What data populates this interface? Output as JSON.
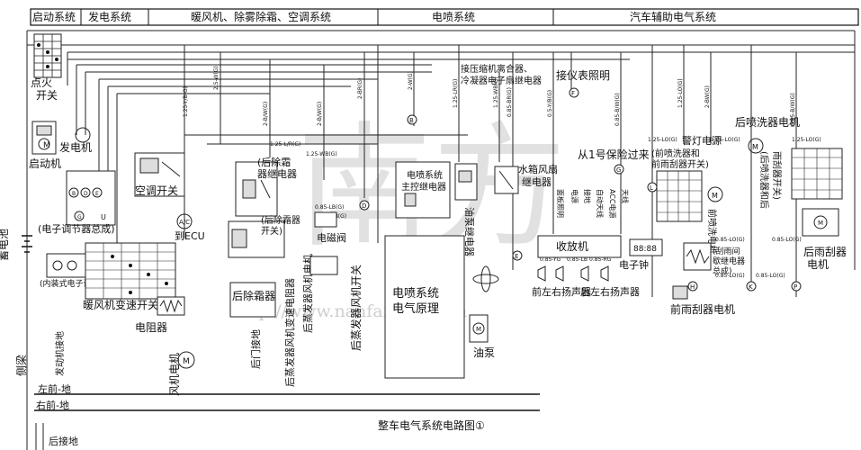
{
  "header": {
    "sections": [
      "启动系统",
      "发电系统",
      "暖风机、除雾除霜、空调系统",
      "电喷系统",
      "汽车辅助电气系统"
    ]
  },
  "labels": {
    "ignition_switch": "点火\n开关",
    "starter": "启动机",
    "generator": "发电机",
    "electronic_regulator": "(电子调节器总成)",
    "builtin_regulator": "(内装式电子调节器)",
    "battery": "蓄电池",
    "chassis": "侧梁",
    "engine_ground": "发动机接地",
    "ac_switch": "空调开关",
    "to_ecu": "到ECU",
    "rear_defrost_relay": "(后除霜器\n继电器)",
    "rear_defrost_switch": "(后除霜器\n开关)",
    "solenoid_valve": "电磁阀",
    "blower_speed_switch": "暖风机变速开关",
    "resistor": "电阻器",
    "blower_motor": "风机电机",
    "rear_defroster": "后除霜器",
    "rear_door_ground": "后门接地",
    "rear_evap_resistor": "后蒸发器风机变速电阻器",
    "rear_evap_motor": "后蒸发器风机电机",
    "rear_evap_switch": "后蒸发器风机开关",
    "compressor_clutch": "接压缩机离合器、\n冷凝器电子扇继电器",
    "efi_relay": "电喷系统\n主控继电器",
    "fuel_pump_relay": "油泵继电器",
    "radiator_fan_relay": "水箱风扇\n继电器",
    "efi_principle": "电喷系统\n电气原理",
    "fuel_pump": "油泵",
    "gauge_light": "接仪表照明",
    "from_fuse1": "从1号保险过来",
    "panel_lighting": "面板照明",
    "power": "电源",
    "ground": "接地",
    "auto_antenna": "自动天线",
    "acc_power": "ACC电源",
    "antenna": "天线",
    "radio": "收放机",
    "clock": "电子钟",
    "front_lr_speakers": "前左右扬声器",
    "rear_lr_speakers": "后左右扬声器",
    "warning_power": "警灯电源",
    "front_washer_switch": "(前喷洗器和\n前雨刮器开关)",
    "front_washer_motor": "前喷洗电机",
    "wiper_relay": "(刮雨间\n歇继电器\n总成)",
    "front_wiper_motor": "前雨刮器电机",
    "rear_washer_motor": "后喷洗器电机",
    "rear_washer_switch": "(后喷洗器和后\n雨刮器开关)",
    "rear_wiper_motor": "后雨刮器\n电机",
    "front_left_ground": "左前-地",
    "front_right_ground": "右前-地",
    "rear_ground": "后接地",
    "caption": "整车电气系统电路图①"
  },
  "watermark": {
    "mark": "南方",
    "url": "http://www.nanfangqx.com"
  },
  "connector_letters": [
    "B",
    "D",
    "E",
    "F",
    "G",
    "H",
    "K",
    "L",
    "P"
  ],
  "colors": {
    "line": "#222222",
    "watermark": "#c9c9c9"
  }
}
